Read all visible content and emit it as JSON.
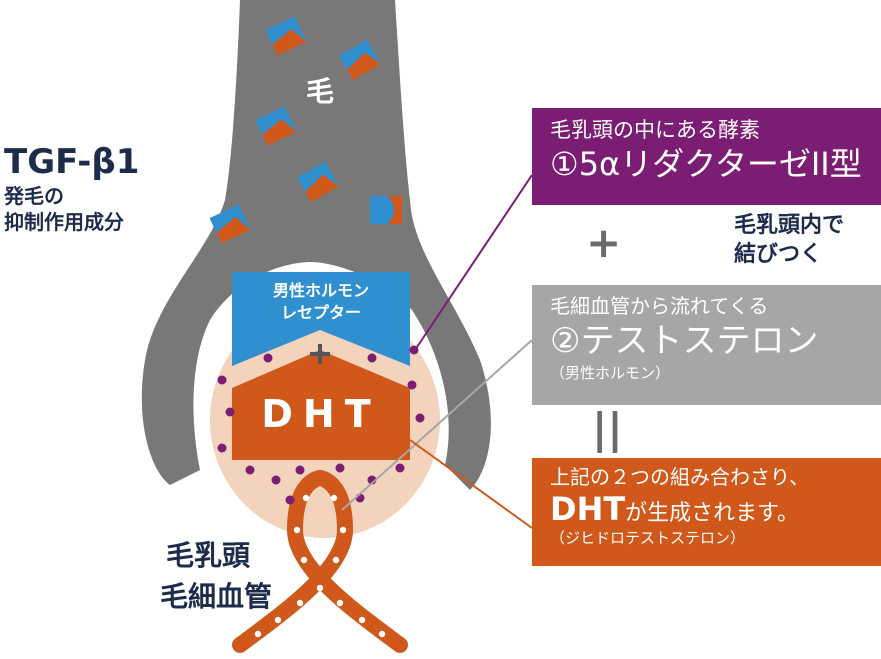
{
  "left_label": {
    "title": "TGF-β1",
    "line1": "発毛の",
    "line2": "抑制作用成分"
  },
  "hair_label": "毛",
  "receptor_label": {
    "line1": "男性ホルモン",
    "line2": "レセプター"
  },
  "dht_label": "DHT",
  "papilla_labels": {
    "line1": "毛乳頭",
    "line2": "毛細血管"
  },
  "enzyme_box": {
    "line1": "毛乳頭の中にある酵素",
    "line2": "①5αリダクターゼII型",
    "color": "#7b1d72"
  },
  "plus_sign": "+",
  "bind_note": {
    "line1": "毛乳頭内で",
    "line2": "結びつく"
  },
  "testosterone_box": {
    "line1": "毛細血管から流れてくる",
    "line2": "②テストステロン",
    "line3": "（男性ホルモン）",
    "color": "#a6a6a6"
  },
  "equals_sign": "||",
  "result_box": {
    "line1": "上記の２つの組み合わさり、",
    "line2_em": "DHT",
    "line2_rest": "が生成されます。",
    "line3": "（ジヒドロテストステロン）",
    "color": "#d0581b"
  },
  "colors": {
    "hair_gray": "#787878",
    "papilla_peach": "#f3d3bb",
    "receptor_blue": "#2f8fcf",
    "dht_orange": "#d0581b",
    "dot_purple": "#7b1d72",
    "text_navy": "#1e2c4c"
  }
}
